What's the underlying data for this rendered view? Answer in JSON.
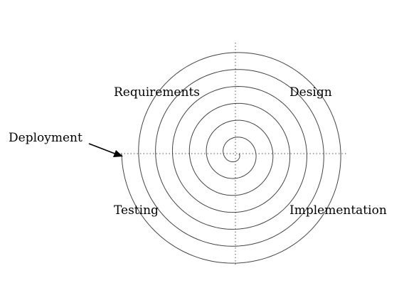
{
  "diagram": {
    "type": "spiral-model",
    "phases": {
      "requirements": "Requirements",
      "design": "Design",
      "implementation": "Implementation",
      "testing": "Testing",
      "deployment": "Deployment"
    },
    "colors": {
      "spiral": "#444444",
      "axes": "#555555",
      "text": "#000000",
      "arrow": "#000000"
    }
  }
}
